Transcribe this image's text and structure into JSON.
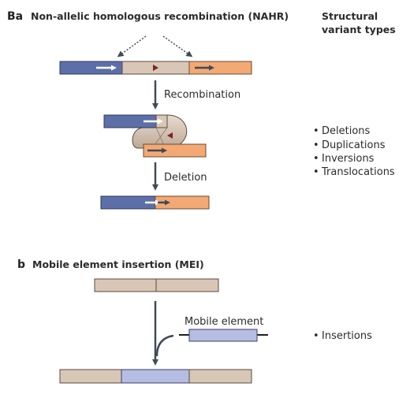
{
  "panel_a": {
    "letters": "Ba",
    "title": "Non-allelic homologous recombination (NAHR)",
    "step1_label": "Recombination",
    "step2_label": "Deletion",
    "variant_types": [
      "Deletions",
      "Duplications",
      "Inversions",
      "Translocations"
    ]
  },
  "header": {
    "sv_types_line1": "Structural",
    "sv_types_line2": "variant types"
  },
  "panel_b": {
    "letter": "b",
    "title": "Mobile element insertion (MEI)",
    "element_label": "Mobile element",
    "variant_types": [
      "Insertions"
    ]
  },
  "bullet": "•",
  "colors": {
    "blue_segment": "#5d6fa8",
    "tan_segment": "#d8c6b6",
    "orange_segment": "#f2a974",
    "mobile_element": "#b5bde3",
    "arrow": "#3f4b57",
    "marker_red": "#7b2424"
  }
}
